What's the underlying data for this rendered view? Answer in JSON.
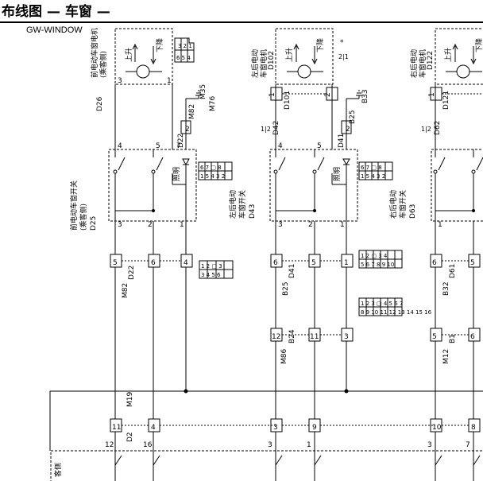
{
  "header": {
    "title": "布线图 — 车窗 —",
    "code": "GW-WINDOW"
  },
  "components": {
    "front_motor": {
      "name": "前电动车窗电机",
      "sub": "(乘客侧)",
      "conn": "D26",
      "up": "上升",
      "down": "下降"
    },
    "rl_motor": {
      "name": "左后电动",
      "name2": "车窗电机",
      "conn": "D102",
      "up": "上升",
      "down": "下降"
    },
    "rr_motor": {
      "name": "右后电动",
      "name2": "车窗电机",
      "conn": "D122",
      "up": "上升",
      "down": "下降"
    },
    "front_switch": {
      "name": "前电动车窗开关",
      "sub": "(乘客侧)",
      "conn": "D25",
      "lamp": "照明"
    },
    "rl_switch": {
      "name": "左后电动",
      "name2": "车窗开关",
      "conn": "D43",
      "lamp": "照明"
    },
    "rr_switch": {
      "name": "右后电动",
      "name2": "车窗开关",
      "conn": "D63"
    }
  },
  "connectors": {
    "m35": "M35",
    "m76": "M76",
    "m82": "M82",
    "d22": "D22",
    "d101": "D101",
    "d42": "D42",
    "b33": "B33",
    "b25": "B25",
    "d41": "D41",
    "d121": "D121",
    "d62": "D62",
    "d22b": "D22",
    "m82b": "M82",
    "d41b": "D41",
    "b25b": "B25",
    "d61": "D61",
    "b32": "B32",
    "b24": "B24",
    "m86": "M86",
    "b1": "B1",
    "m12": "M12",
    "m19": "M19",
    "d2": "D2"
  },
  "pins": {
    "p3a": "3",
    "p1a": "1",
    "p2a": "2",
    "p1b": "1",
    "p2b": "2",
    "p2c": "2",
    "p4a": "4",
    "p5a": "5",
    "p7a": "7",
    "p4b": "4",
    "p5b": "5",
    "p3b": "3",
    "p2d": "2",
    "p1c": "1",
    "b5": "5",
    "b6": "6",
    "b4": "4",
    "b6b": "6",
    "b5b": "5",
    "b1b": "1",
    "b6c": "6",
    "b5c": "5",
    "b12": "12",
    "b11": "11",
    "b3": "3",
    "b5d": "5",
    "b6d": "6",
    "b11b": "11",
    "b4b": "4",
    "b3b": "3",
    "b9": "9",
    "b10": "10",
    "b8": "8",
    "b12b": "12",
    "b16": "16",
    "b3c": "3",
    "b1c": "1",
    "b3d": "3",
    "b7": "7",
    "sw_4": "4",
    "sw_5": "5",
    "sw_3": "3",
    "sw_2": "2",
    "sw_1": "1",
    "sw_1b": "1",
    "sw_1c": "1"
  },
  "markers": {
    "star": "*",
    "rbox_top": "2|1",
    "rbox_12": "1|2",
    "rbox_12b": "1|2",
    "bottom_side": "客侧"
  },
  "pinouts": {
    "front_motor": {
      "top": "3 2 1",
      "bot": "6 5 4"
    },
    "sw_table": {
      "r1": "6 7 ▢ 8",
      "r2": "1 5 4 3 2"
    },
    "sw_table2": {
      "r1": "6 7 ▢ 8",
      "r2": "1 5 4 3 2"
    },
    "sw_table_front": {
      "r1": "6 7 ▢ 8",
      "r2": "1 5 4 3 2"
    },
    "c_front": {
      "r1": "1 2 ▢ 3",
      "r2": "3 4 5 6"
    },
    "c_mid": {
      "r1": "1 2 ▢ 3 4",
      "r2": "5 6 7 8 9 10"
    },
    "c_low": {
      "r1": "1 2 3 ▢ 4 5 6 7",
      "r2": "8 9 10 11 12 13 14 15 16"
    }
  }
}
